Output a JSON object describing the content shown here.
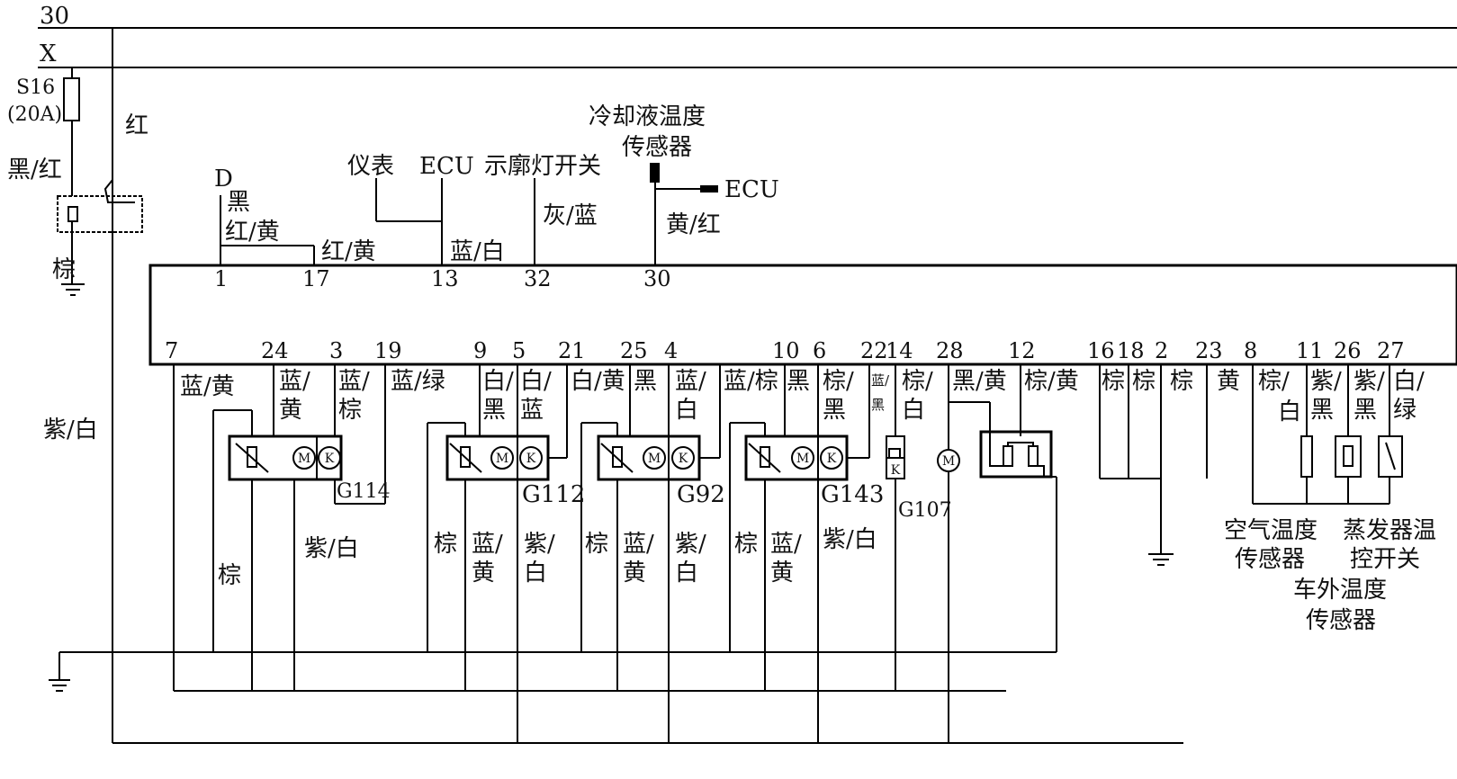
{
  "rails": {
    "top": "30",
    "x": "X"
  },
  "fuse": {
    "name": "S16",
    "rating": "(20A)"
  },
  "wires_left": {
    "black_red": "黑/红",
    "red": "红",
    "brown": "棕",
    "purple_white": "紫/白"
  },
  "top_labels": {
    "d": "D",
    "black": "黑",
    "red_yellow_a": "红/黄",
    "red_yellow_b": "红/黄",
    "instrument": "仪表",
    "ecu_top": "ECU",
    "blue_white": "蓝/白",
    "marker_lamp_switch": "示廓灯开关",
    "gray_blue": "灰/蓝",
    "coolant_sensor_1": "冷却液温度",
    "coolant_sensor_2": "传感器",
    "ecu_right": "ECU",
    "yellow_red": "黄/红"
  },
  "pins_top": [
    "1",
    "17",
    "13",
    "32",
    "30"
  ],
  "pins_bottom": [
    "7",
    "24",
    "3",
    "19",
    "9",
    "5",
    "21",
    "25",
    "4",
    "10",
    "6",
    "22",
    "14",
    "28",
    "12",
    "16",
    "18",
    "2",
    "23",
    "8",
    "11",
    "26",
    "27"
  ],
  "bottom_wire_labels": {
    "blue_yellow": "蓝/黄",
    "blue_slash": "蓝/",
    "yellow": "黄",
    "brown": "棕",
    "blue_green": "蓝/绿",
    "white_slash": "白/",
    "black": "黑",
    "blue": "蓝",
    "white_yellow": "白/黄",
    "white": "白",
    "blue_brown": "蓝/棕",
    "brown_slash": "棕/",
    "small_blue": "蓝/",
    "black_yellow": "黑/黄",
    "brown_yellow": "棕/黄",
    "purple_slash": "紫/",
    "green": "绿",
    "purple": "紫",
    "purple_white": "紫/白"
  },
  "components": {
    "g114": "G114",
    "g112": "G112",
    "g92": "G92",
    "g143": "G143",
    "g107": "G107",
    "air_temp_1": "空气温度",
    "air_temp_2": "传感器",
    "evap_1": "蒸发器温",
    "evap_2": "控开关",
    "outside_1": "车外温度",
    "outside_2": "传感器"
  },
  "symbols": {
    "motor": "M",
    "k": "K"
  }
}
